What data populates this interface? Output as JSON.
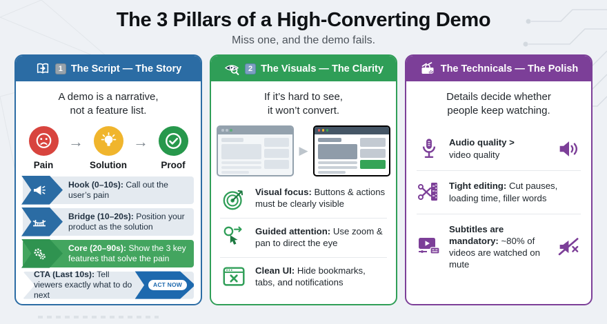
{
  "page": {
    "title": "The 3 Pillars of a High-Converting Demo",
    "subtitle": "Miss one, and the demo fails."
  },
  "glyphs": {
    "flow_arrow": "→",
    "mock_arrow": "▶"
  },
  "colors": {
    "pillar1_blue": "#2b6ca4",
    "pillar2_green": "#2f9e57",
    "pillar3_purple": "#7c3f98",
    "cta_blue": "#1d69ae",
    "pain_red": "#d8443e",
    "solution_amber": "#f0b52d",
    "proof_green": "#27984c"
  },
  "pillars": [
    {
      "badge": "1",
      "title": "The Script — The Story",
      "statement": "A demo is a narrative,\nnot a feature list.",
      "flow": [
        "Pain",
        "Solution",
        "Proof"
      ],
      "timeline": [
        {
          "title": "Hook (0–10s):",
          "desc": "Call out the user’s pain"
        },
        {
          "title": "Bridge (10–20s):",
          "desc": "Position your product as the solution"
        },
        {
          "title": "Core (20–90s):",
          "desc": "Show the 3 key features that solve the pain"
        },
        {
          "title": "CTA (Last 10s):",
          "desc": "Tell viewers exactly what to do next",
          "badge": "ACT NOW"
        }
      ]
    },
    {
      "badge": "2",
      "title": "The Visuals — The Clarity",
      "statement": "If it’s hard to see,\nit won’t convert.",
      "items": [
        {
          "title": "Visual focus:",
          "desc": "Buttons & actions must be clearly visible"
        },
        {
          "title": "Guided attention:",
          "desc": "Use zoom & pan to direct the eye"
        },
        {
          "title": "Clean UI:",
          "desc": "Hide bookmarks, tabs, and notifications"
        }
      ]
    },
    {
      "title": "The Technicals — The Polish",
      "statement": "Details decide whether\npeople keep watching.",
      "items": [
        {
          "title": "Audio quality >",
          "desc": "video quality"
        },
        {
          "title": "Tight editing:",
          "desc": "Cut pauses, loading time, filler words"
        },
        {
          "title": "Subtitles are mandatory:",
          "desc": "~80% of videos are watched on mute"
        }
      ]
    }
  ]
}
